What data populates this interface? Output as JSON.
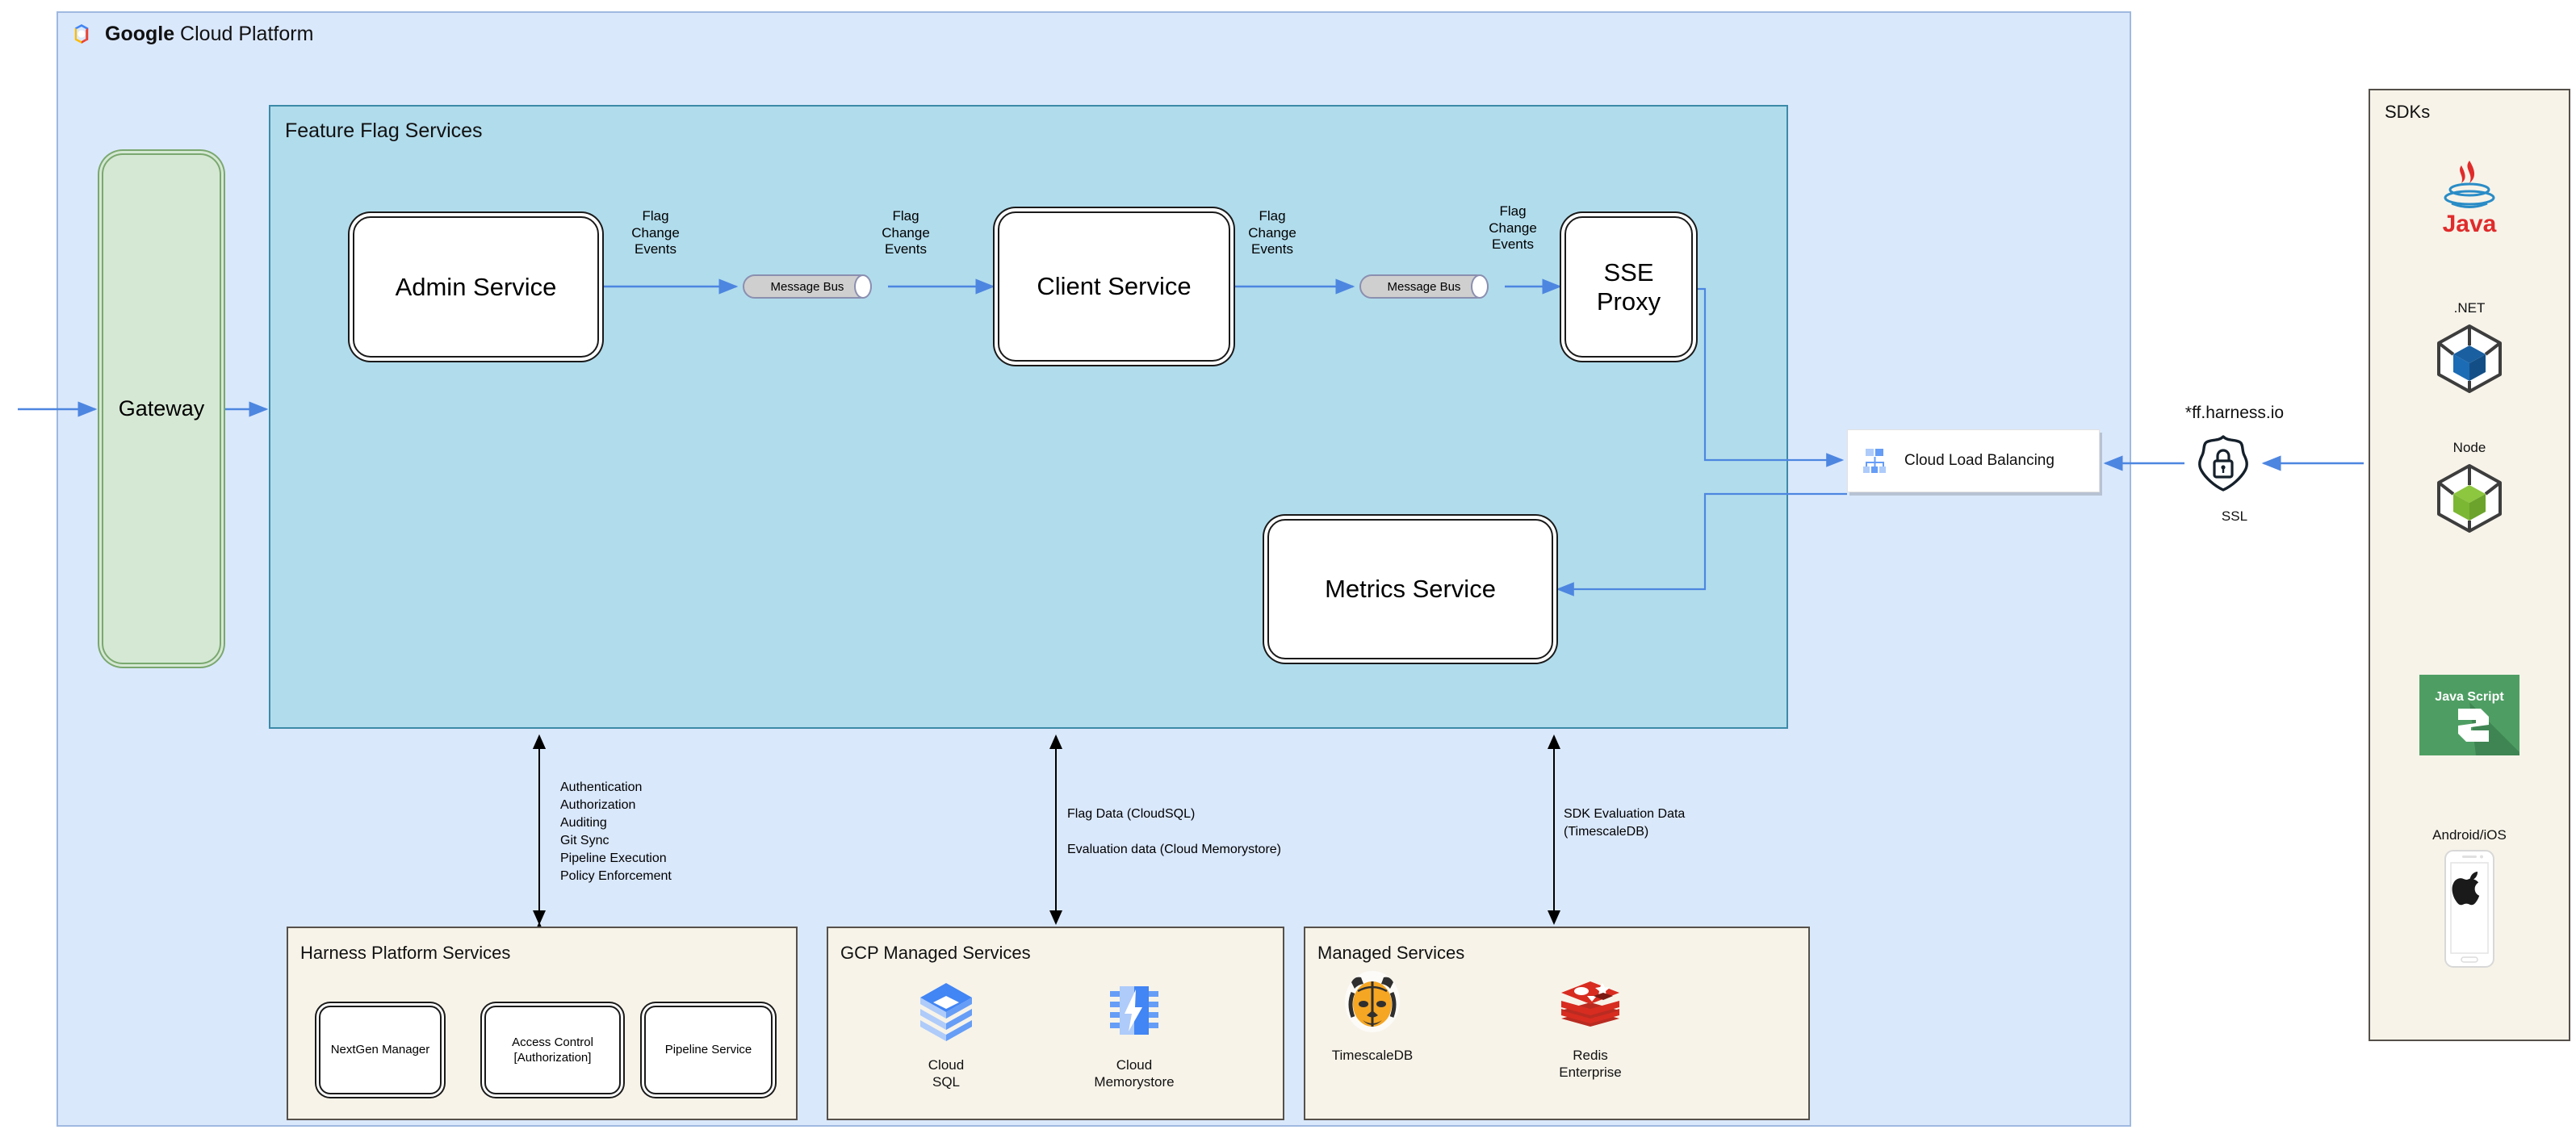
{
  "gcp": {
    "title_bold": "Google",
    "title_rest": " Cloud Platform",
    "logo_icon": "google-cloud-logo",
    "region_color": "#dae8fc"
  },
  "feature_flag_services": {
    "title": "Feature Flag Services",
    "region_color": "#b1dcec",
    "border_color": "#3c8aa8",
    "nodes": [
      {
        "id": "admin-service",
        "label": "Admin Service"
      },
      {
        "id": "client-service",
        "label": "Client Service"
      },
      {
        "id": "sse-proxy",
        "label": "SSE\nProxy"
      },
      {
        "id": "metrics-service",
        "label": "Metrics Service"
      }
    ],
    "message_buses": [
      {
        "id": "msgbus-1",
        "label": "Message Bus"
      },
      {
        "id": "msgbus-2",
        "label": "Message Bus"
      }
    ],
    "edge_labels": [
      {
        "id": "lbl-fce-1",
        "text": "Flag\nChange\nEvents"
      },
      {
        "id": "lbl-fce-2",
        "text": "Flag\nChange\nEvents"
      },
      {
        "id": "lbl-fce-3",
        "text": "Flag\nChange\nEvents"
      },
      {
        "id": "lbl-fce-4",
        "text": "Flag\nChange\nEvents"
      }
    ]
  },
  "gateway": {
    "label": "Gateway",
    "fill": "#d5e8d4",
    "border": "#7aa86f"
  },
  "load_balancer": {
    "label": "Cloud Load Balancing",
    "icon": "cloud-load-balancing-icon"
  },
  "edge_network": {
    "domain": "*ff.harness.io",
    "ssl_label": "SSL",
    "ssl_icon": "ssl-shield-lock-icon"
  },
  "sdks": {
    "title": "SDKs",
    "items": [
      {
        "caption": "",
        "name": "Java",
        "icon": "java-icon"
      },
      {
        "caption": ".NET",
        "name": ".NET",
        "icon": "dotnet-cube-icon"
      },
      {
        "caption": "Node",
        "name": "Node",
        "icon": "node-cube-icon"
      },
      {
        "caption": "",
        "name": "JavaScript",
        "icon": "javascript-icon",
        "tile_text_top": "Java Script",
        "tile_letter": "S"
      },
      {
        "caption": "Android/iOS",
        "name": "Android/iOS",
        "icon": "mobile-apple-icon"
      }
    ]
  },
  "annotations": {
    "platform_services": "Authentication\nAuthorization\nAuditing\nGit Sync\nPipeline Execution\nPolicy Enforcement",
    "flag_data": "Flag Data (CloudSQL)\n\nEvaluation data (Cloud Memorystore)",
    "sdk_eval": "SDK Evaluation Data\n(TimescaleDB)"
  },
  "harness_platform": {
    "title": "Harness Platform Services",
    "services": [
      {
        "label": "NextGen Manager"
      },
      {
        "label": "Access Control\n[Authorization]"
      },
      {
        "label": "Pipeline Service"
      }
    ]
  },
  "gcp_managed": {
    "title": "GCP Managed Services",
    "items": [
      {
        "label": "Cloud\nSQL",
        "icon": "cloud-sql-icon"
      },
      {
        "label": "Cloud\nMemorystore",
        "icon": "cloud-memorystore-icon"
      }
    ]
  },
  "managed_services": {
    "title": "Managed Services",
    "items": [
      {
        "label": "TimescaleDB",
        "icon": "timescaledb-icon"
      },
      {
        "label": "Redis\nEnterprise",
        "icon": "redis-icon"
      }
    ]
  },
  "colors": {
    "arrow_blue": "#4d86e0",
    "arrow_black": "#000000",
    "panel_cream": "#f7f3e9"
  }
}
